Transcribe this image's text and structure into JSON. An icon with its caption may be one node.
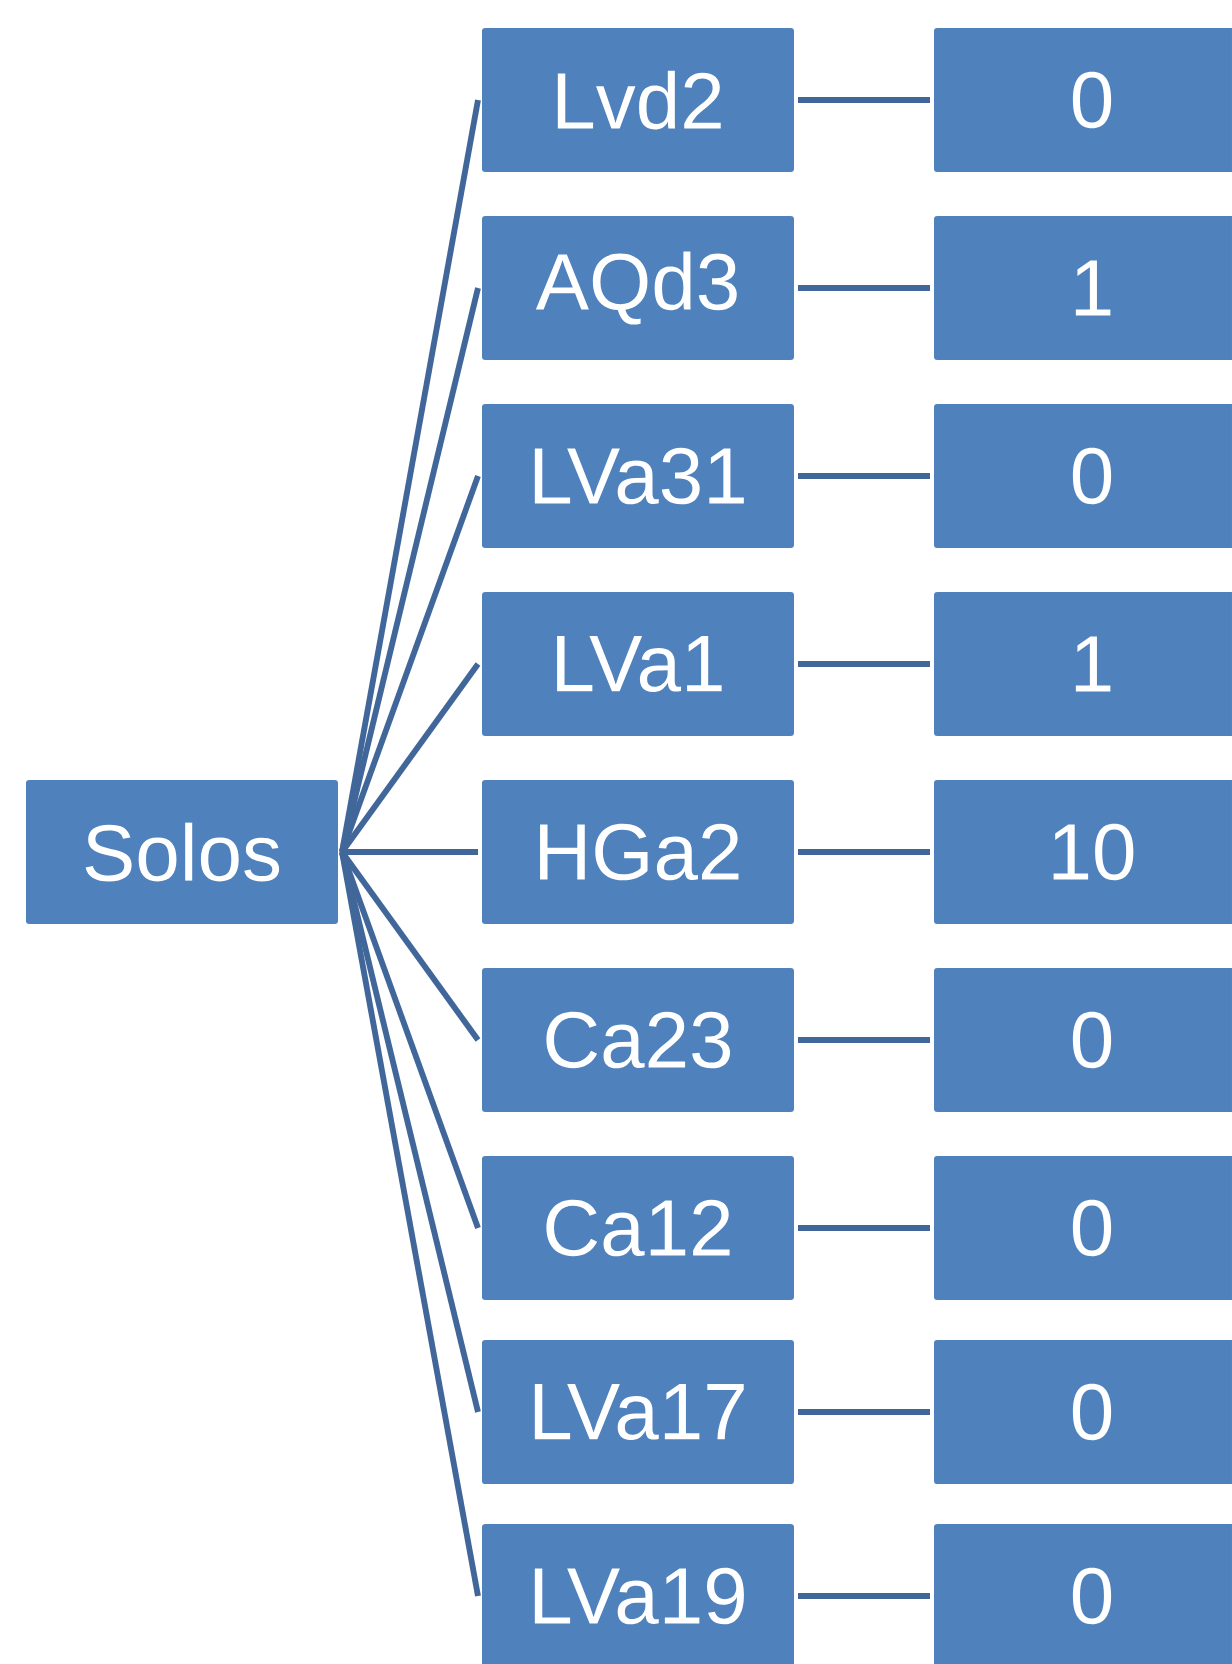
{
  "diagram": {
    "nodes": [
      {
        "text": [
          "Solos"
        ]
      },
      {
        "text": [
          "Lvd2"
        ]
      },
      {
        "text": [
          "AQd3"
        ]
      },
      {
        "text": [
          "LVa31"
        ]
      },
      {
        "text": [
          "LVa1"
        ]
      },
      {
        "text": [
          "HGa2"
        ]
      },
      {
        "text": [
          "Ca23"
        ]
      },
      {
        "text": [
          "Ca12"
        ]
      },
      {
        "text": [
          "LVa17"
        ]
      },
      {
        "text": [
          "LVa19"
        ]
      },
      {
        "text": [
          "0"
        ]
      },
      {
        "text": [
          "1"
        ]
      },
      {
        "text": [
          "0"
        ]
      },
      {
        "text": [
          "1"
        ]
      },
      {
        "text": [
          "10"
        ]
      },
      {
        "text": [
          "0"
        ]
      },
      {
        "text": [
          "0"
        ]
      },
      {
        "text": [
          "0"
        ]
      },
      {
        "text": [
          "0"
        ]
      }
    ],
    "edges": [
      {
        "from": 0,
        "to": 1,
        "arrow": "none"
      },
      {
        "from": 0,
        "to": 2,
        "arrow": "none"
      },
      {
        "from": 0,
        "to": 3,
        "arrow": "none"
      },
      {
        "from": 0,
        "to": 4,
        "arrow": "none"
      },
      {
        "from": 0,
        "to": 5,
        "arrow": "none"
      },
      {
        "from": 0,
        "to": 6,
        "arrow": "none"
      },
      {
        "from": 0,
        "to": 7,
        "arrow": "none"
      },
      {
        "from": 0,
        "to": 8,
        "arrow": "none"
      },
      {
        "from": 0,
        "to": 9,
        "arrow": "none"
      },
      {
        "from": 1,
        "to": 10,
        "arrow": "none"
      },
      {
        "from": 2,
        "to": 11,
        "arrow": "none"
      },
      {
        "from": 3,
        "to": 12,
        "arrow": "none"
      },
      {
        "from": 4,
        "to": 13,
        "arrow": "none"
      },
      {
        "from": 5,
        "to": 14,
        "arrow": "none"
      },
      {
        "from": 6,
        "to": 15,
        "arrow": "none"
      },
      {
        "from": 7,
        "to": 16,
        "arrow": "none"
      },
      {
        "from": 8,
        "to": 17,
        "arrow": "none"
      },
      {
        "from": 9,
        "to": 18,
        "arrow": "none"
      }
    ]
  }
}
